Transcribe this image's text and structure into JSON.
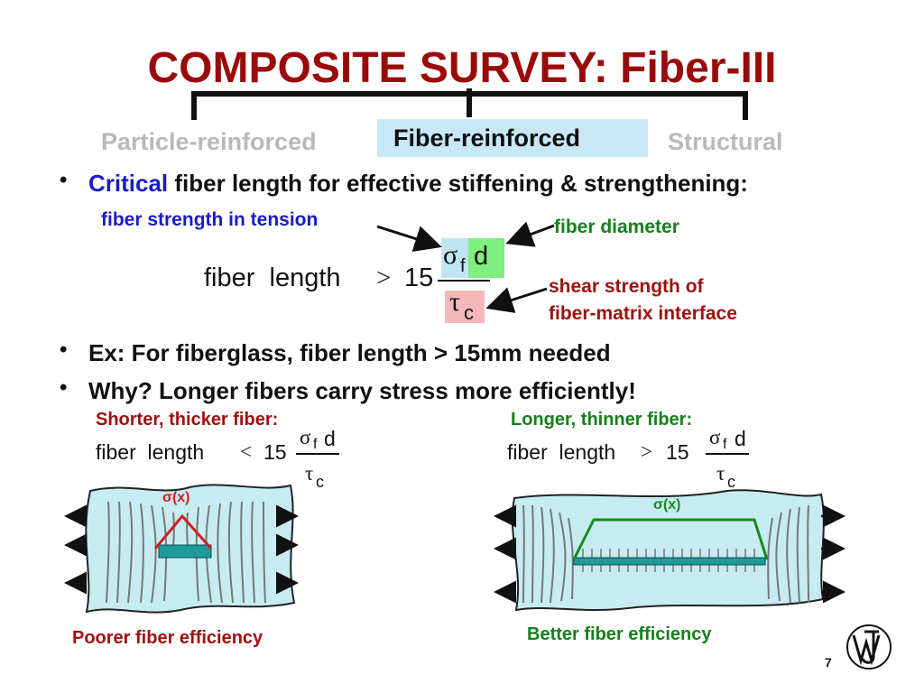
{
  "slide": {
    "title": "COMPOSITE SURVEY:  Fiber-III",
    "categories": {
      "left": "Particle-reinforced",
      "middle": "Fiber-reinforced",
      "right": "Structural"
    },
    "bullet1": {
      "critical": "Critical",
      "rest": "fiber length for effective stiffening & strengthening:"
    },
    "annotations": {
      "tension": "fiber strength in tension",
      "diameter": "fiber diameter",
      "shear_line1": "shear strength of",
      "shear_line2": "fiber-matrix interface"
    },
    "equation": {
      "lhs": "fiber  length",
      "op_gt": ">",
      "op_lt": "<",
      "constant": "15",
      "sigma": "σ",
      "sub_f": "f",
      "d": "d",
      "tau": "τ",
      "sub_c": "c"
    },
    "bullet2": "Ex: For fiberglass, fiber length > 15mm needed",
    "bullet3": "Why?  Longer fibers carry stress more efficiently!",
    "left_case": {
      "heading": "Shorter, thicker fiber:",
      "sigma_label": "σ(x)",
      "caption": "Poorer fiber efficiency"
    },
    "right_case": {
      "heading": "Longer, thinner fiber:",
      "sigma_label": "σ(x)",
      "caption": "Better fiber efficiency"
    },
    "slide_number": "7",
    "colors": {
      "title": "#9b0a0a",
      "critical": "#1a1acd",
      "green": "#15801a",
      "red": "#a01010",
      "matrix": "#c6ecf2",
      "fiber": "#1f9a9a"
    }
  }
}
